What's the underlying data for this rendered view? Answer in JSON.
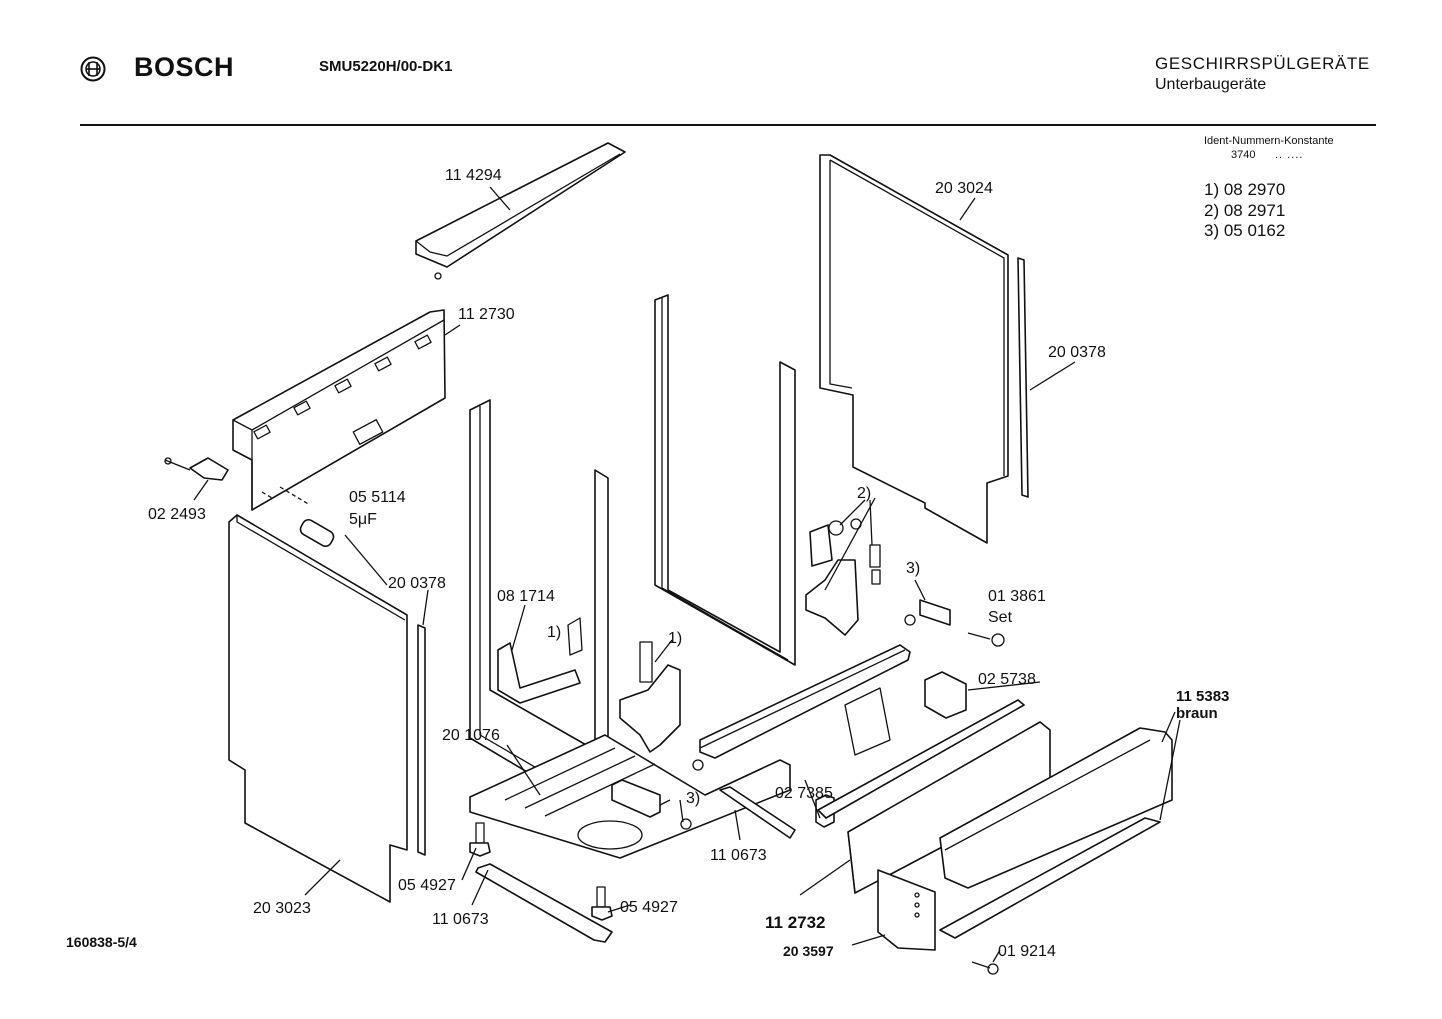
{
  "header": {
    "brand": "BOSCH",
    "model": "SMU5220H/00-DK1",
    "category": "GESCHIRRSPÜLGERÄTE",
    "subcategory": "Unterbaugeräte",
    "logo_icon": "bosch-armature-logo-icon"
  },
  "ident": {
    "title": "Ident-Nummern-Konstante",
    "value": "3740",
    "dots": ".. ....",
    "notes": [
      "1) 08 2970",
      "2) 08 2971",
      "3) 05 0162"
    ]
  },
  "footer": {
    "doc_number": "160838-5/4"
  },
  "parts": {
    "p114294": "11 4294",
    "p203024": "20 3024",
    "p112730": "11 2730",
    "p200378_right": "20 0378",
    "p022493": "02 2493",
    "p055114": "05 5114",
    "p055114_spec": "5μF",
    "p200378_left": "20 0378",
    "p081714": "08 1714",
    "ref1_a": "1)",
    "ref1_b": "1)",
    "ref2": "2)",
    "ref3_a": "3)",
    "ref3_b": "3)",
    "p013861": "01 3861",
    "p013861_set": "Set",
    "p025738": "02 5738",
    "p115383": "11 5383",
    "p115383_color": "braun",
    "p201076": "20 1076",
    "p027385": "02 7385",
    "p110673_right": "11 0673",
    "p110673_left": "11 0673",
    "p054927_left": "05 4927",
    "p054927_right": "05 4927",
    "p203023": "20 3023",
    "p112732": "11 2732",
    "p203597": "20 3597",
    "p019214": "01 9214"
  }
}
